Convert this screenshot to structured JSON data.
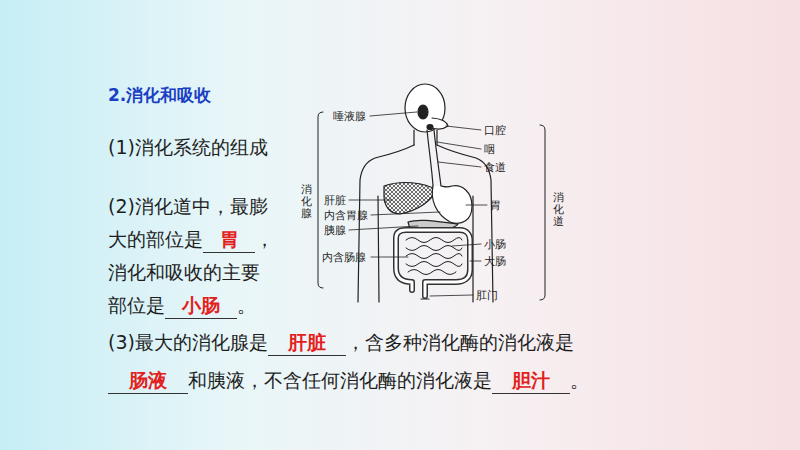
{
  "diagram": {
    "title": "2.消化和吸收",
    "labels": [
      "(1)消化系统的组成",
      "(2)消化道中，最膨大的部位是",
      "胃",
      "，消化和吸收的主要部位是",
      "小肠",
      "。",
      "(3)最大的消化腺是",
      "肝脏",
      "，含多种消化酶的消化液是",
      "肠液",
      "和胰液，不含任何消化酶的消化液是",
      "胆汁",
      "。",
      "唾液腺",
      "肝脏",
      "内含胃腺",
      "胰腺",
      "内含肠腺",
      "消化腺",
      "口腔",
      "咽",
      "食道",
      "胃",
      "小肠",
      "大肠",
      "肛门",
      "消化道"
    ]
  }
}
